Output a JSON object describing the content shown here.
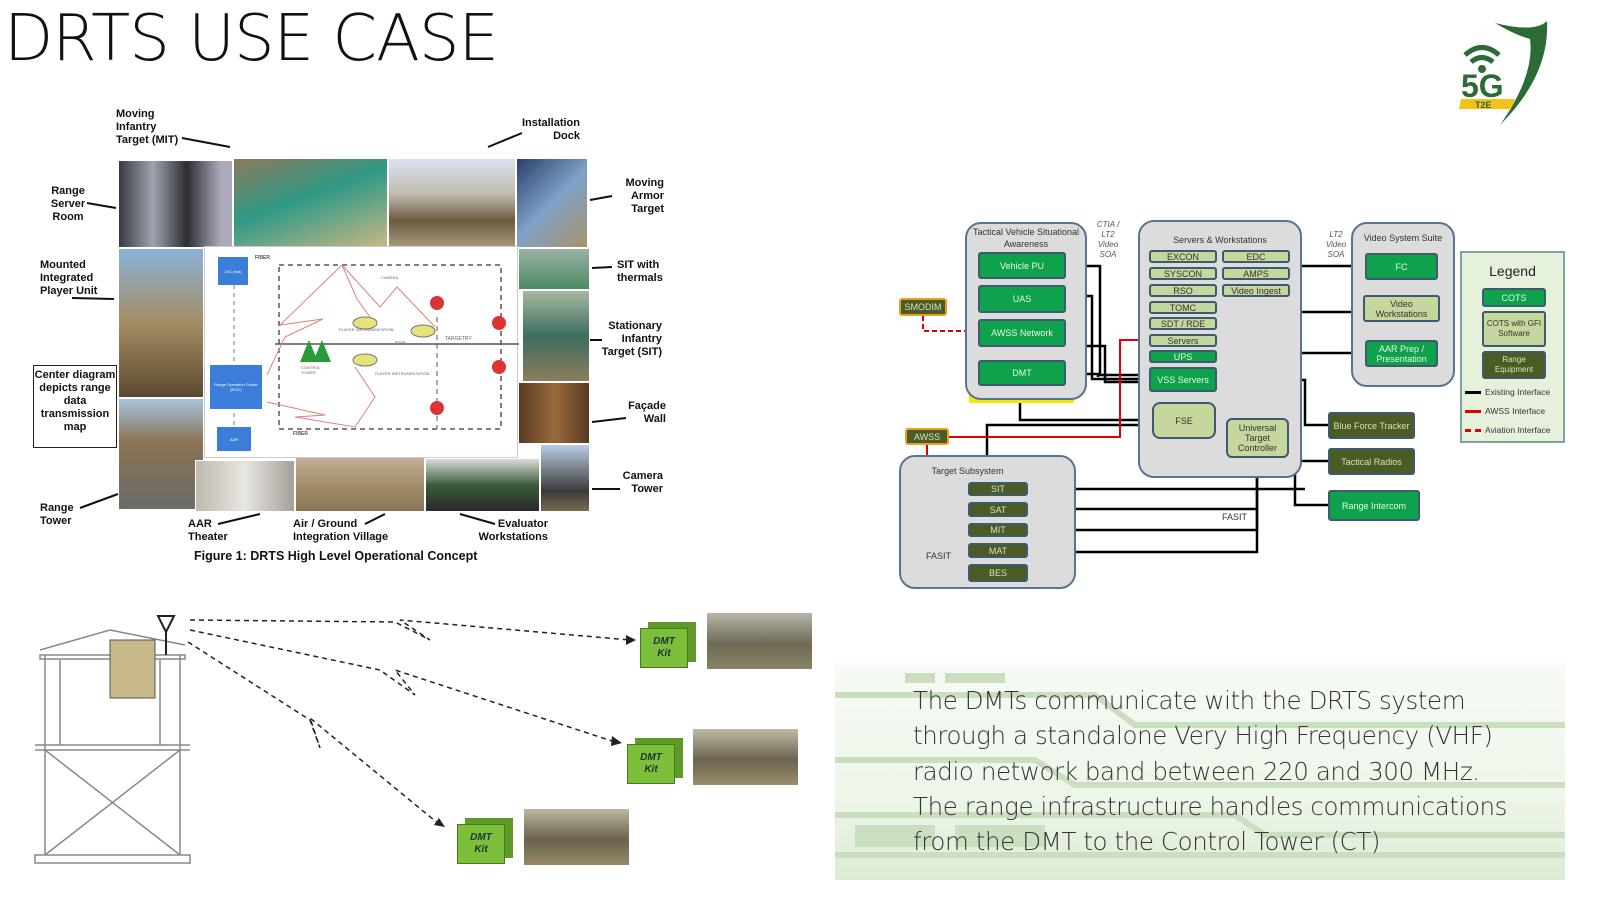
{
  "title": "DRTS USE CASE",
  "logo": {
    "text": "5G",
    "subtext": "T2E",
    "color": "#2d6b36",
    "accent": "#f2c21a"
  },
  "figure1": {
    "caption": "Figure 1: DRTS High Level Operational Concept",
    "labels": {
      "mit": "Moving Infantry Target (MIT)",
      "dock": "Installation Dock",
      "server_room": "Range Server Room",
      "armor": "Moving Armor Target",
      "mipu": "Mounted Integrated Player Unit",
      "sit_thermals": "SIT with thermals",
      "stationary": "Stationary Infantry Target (SIT)",
      "center": "Center diagram depicts range data transmission map",
      "facade": "Façade Wall",
      "camera_tower": "Camera Tower",
      "range_tower": "Range Tower",
      "aar": "AAR Theater",
      "village": "Air / Ground Integration Village",
      "evaluator": "Evaluator Workstations"
    },
    "map": {
      "fiber_top": "FIBER",
      "fiber_bottom": "FIBER",
      "lvc": "LVC (Ind)",
      "roc": "Range Operation Center (ROC)",
      "aar": "AAR",
      "camera": "CAMERA",
      "player1": "PLAYER INSTRUMENTATION",
      "player2": "PLAYER INSTRUMENTATION",
      "control": "CONTROL TOWER",
      "targetry": "TARGETRY",
      "range": "RANGE"
    }
  },
  "architecture": {
    "tv_group": "Tactical Vehicle Situational Awareness",
    "tv": [
      "Vehicle PU",
      "UAS",
      "AWSS Network",
      "DMT"
    ],
    "ctia_note": "CTIA / LT2 Video SOA",
    "lt2_note": "LT2 Video SOA",
    "sw_group": "Servers & Workstations",
    "sw_left": [
      "EXCON",
      "SYSCON",
      "RSO",
      "TOMC",
      "SDT / RDE",
      "Servers",
      "UPS",
      "VSS Servers"
    ],
    "sw_right": [
      "EDC",
      "AMPS",
      "Video Ingest"
    ],
    "fse": "FSE",
    "utc": "Universal Target Controller",
    "vs_group": "Video System Suite",
    "vs": [
      "FC",
      "Video Workstations",
      "AAR Prep / Presentation"
    ],
    "external": [
      "Blue Force Tracker",
      "Tactical Radios",
      "Range Intercom"
    ],
    "smodim": "SMODIM",
    "awss": "AWSS",
    "ts_group": "Target Subsystem",
    "ts": [
      "SIT",
      "SAT",
      "MIT",
      "MAT",
      "BES"
    ],
    "fasit1": "FASIT",
    "fasit2": "FASIT",
    "legend": {
      "title": "Legend",
      "items": [
        "COTS",
        "COTS with GFI Software",
        "Range Equipment"
      ],
      "lines": [
        "Existing Interface",
        "AWSS Interface",
        "Aviation Interface"
      ]
    },
    "colors": {
      "cots": "#0fa24c",
      "gfi": "#c5d79c",
      "range": "#4a5c24",
      "existing": "#000000",
      "awss": "#e00000",
      "highlight": "#f5e800"
    }
  },
  "dmt": {
    "kit_label": "DMT Kit"
  },
  "blurb": [
    "The DMTs communicate with the DRTS system",
    "through a standalone Very High Frequency (VHF)",
    "radio network band between 220 and 300 MHz.",
    "The range infrastructure handles communications",
    "from the DMT to the Control Tower (CT)"
  ]
}
